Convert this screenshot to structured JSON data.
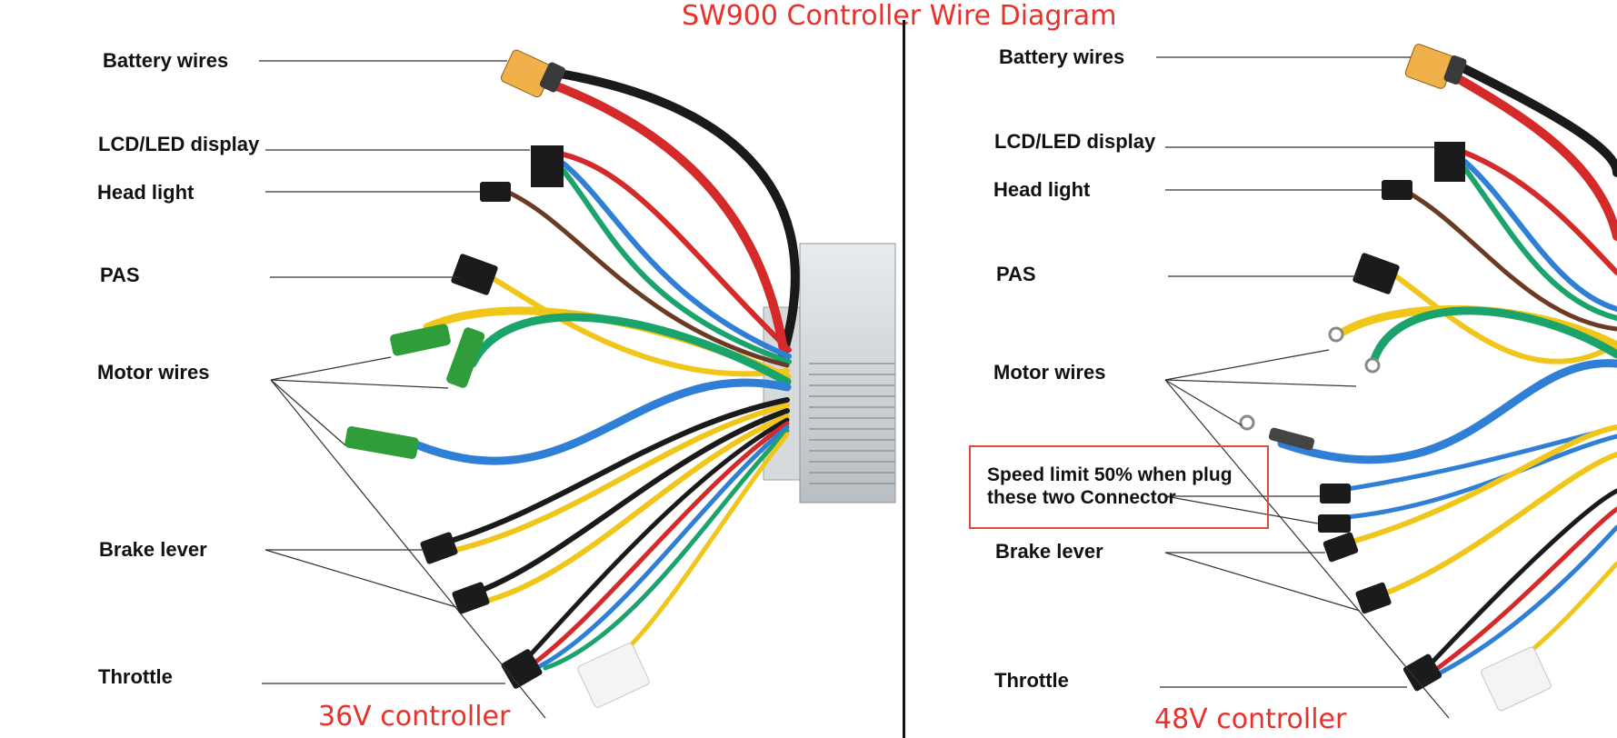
{
  "title": "SW900 Controller Wire Diagram",
  "left_panel": {
    "caption": "36V controller",
    "labels": {
      "battery": "Battery wires",
      "display": "LCD/LED display",
      "headlight": "Head light",
      "pas": "PAS",
      "motor": "Motor wires",
      "brake": "Brake lever",
      "throttle": "Throttle"
    }
  },
  "right_panel": {
    "caption": "48V controller",
    "labels": {
      "battery": "Battery wires",
      "display": "LCD/LED display",
      "headlight": "Head light",
      "pas": "PAS",
      "motor": "Motor wires",
      "brake": "Brake lever",
      "throttle": "Throttle"
    },
    "note": "Speed limit 50% when plug\n these two Connector"
  },
  "colors": {
    "title": "#e8312a",
    "wire_red": "#d42a2a",
    "wire_black": "#1a1a1a",
    "wire_blue": "#2f7fd6",
    "wire_yellow": "#f1c61a",
    "wire_green": "#1aa36b",
    "wire_brown": "#6b3a22",
    "connector_green": "#2f9e3a",
    "connector_orange": "#f0b14a"
  }
}
